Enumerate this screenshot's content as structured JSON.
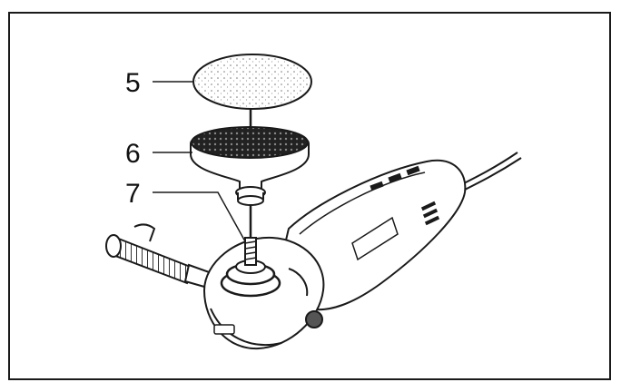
{
  "callouts": [
    {
      "id": "sanding-sheet",
      "label": "5"
    },
    {
      "id": "backing-pad",
      "label": "6"
    },
    {
      "id": "spindle",
      "label": "7"
    }
  ],
  "colors": {
    "line": "#1a1a1a",
    "fill": "#ffffff",
    "grip": "#555555"
  }
}
